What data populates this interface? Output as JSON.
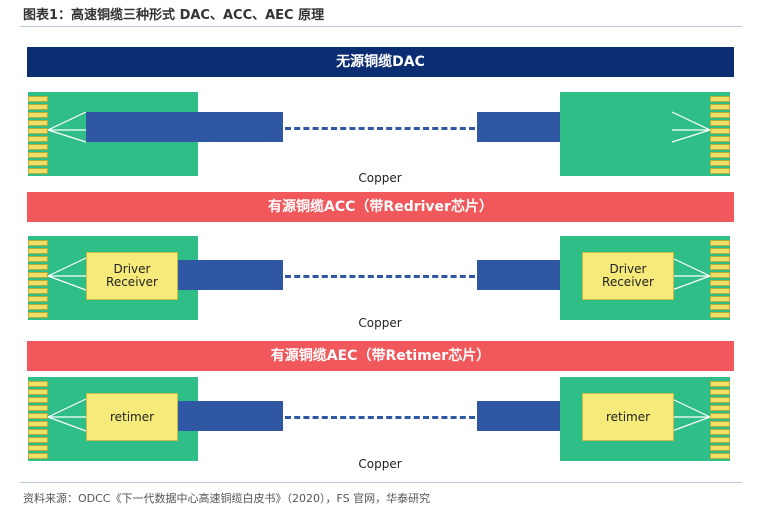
{
  "figure": {
    "title": "图表1：高速铜缆三种形式 DAC、ACC、AEC 原理",
    "source": "资料来源：ODCC《下一代数据中心高速铜缆白皮书》（2020），FS 官网，华泰研究"
  },
  "sections": [
    {
      "banner": "无源铜缆DAC",
      "cable_label": "Copper",
      "chip": []
    },
    {
      "banner": "有源铜缆ACC（带Redriver芯片）",
      "cable_label": "Copper",
      "chip": [
        "Driver",
        "Receiver"
      ]
    },
    {
      "banner": "有源铜缆AEC（带Retimer芯片）",
      "cable_label": "Copper",
      "chip": [
        "retimer"
      ]
    }
  ],
  "colors": {
    "banner_dac": "#0b2d72",
    "banner_active": "#f0585b",
    "board": "#2fbe87",
    "cable": "#2f57a3",
    "chip": "#f6eb7a",
    "pin": "#efe065"
  }
}
